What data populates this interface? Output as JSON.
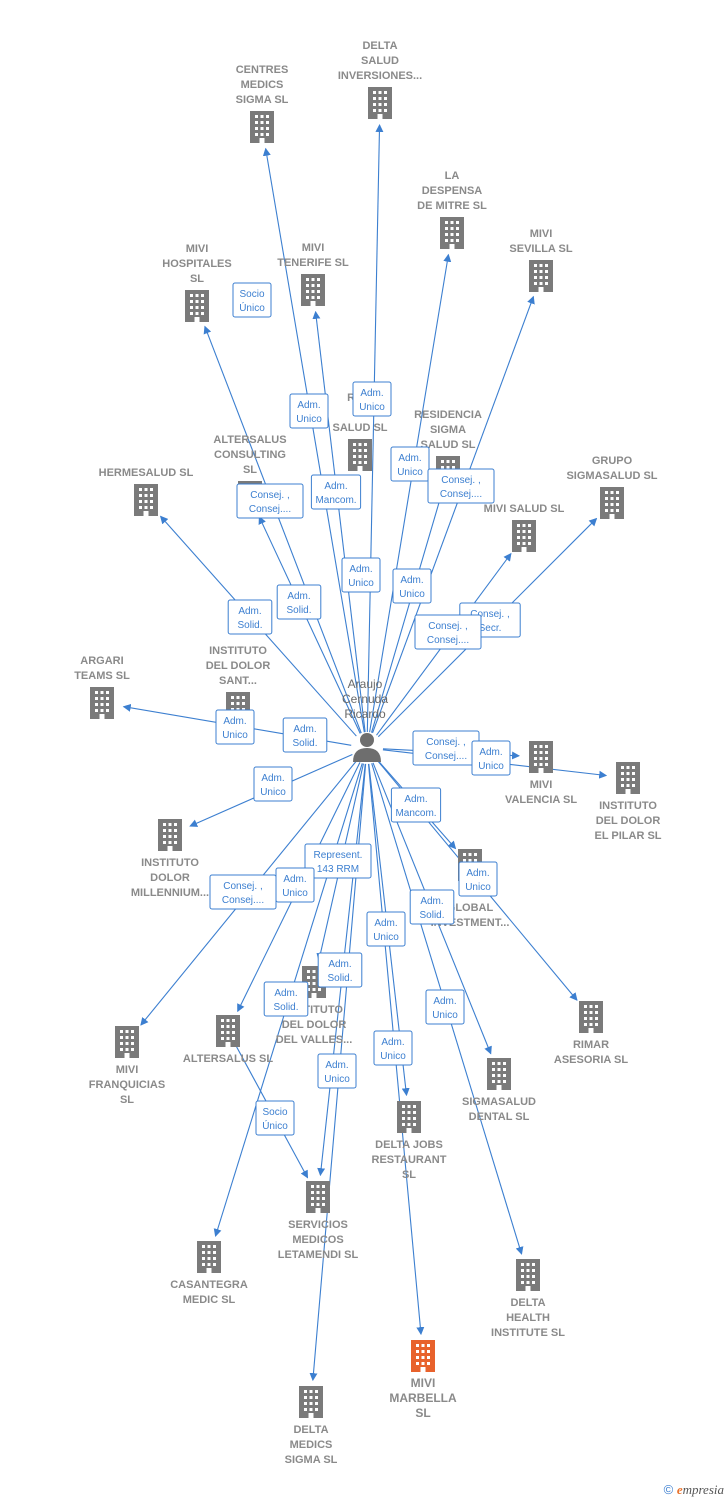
{
  "colors": {
    "accent": "#3c7fd0",
    "node": "#7a7a7a",
    "highlight": "#e8622c"
  },
  "person": {
    "lines": [
      "Araujo",
      "Cernuda",
      "Ricardo"
    ],
    "icon": "person-icon"
  },
  "companies": [
    {
      "id": "c1",
      "lines": [
        "CENTRES",
        "MEDICS",
        "SIGMA SL"
      ]
    },
    {
      "id": "c2",
      "lines": [
        "DELTA",
        "SALUD",
        "INVERSIONES..."
      ]
    },
    {
      "id": "c3",
      "lines": [
        "LA",
        "DESPENSA",
        "DE MITRE  SL"
      ]
    },
    {
      "id": "c4",
      "lines": [
        "MIVI",
        "SEVILLA  SL"
      ]
    },
    {
      "id": "c5",
      "lines": [
        "MIVI",
        "HOSPITALES",
        "SL"
      ]
    },
    {
      "id": "c6",
      "lines": [
        "MIVI",
        "TENERIFE  SL"
      ]
    },
    {
      "id": "c7",
      "lines": [
        "RESI",
        "ES",
        "SALUD SL"
      ]
    },
    {
      "id": "c8",
      "lines": [
        "RESIDENCIA",
        "SIGMA",
        "SALUD SL"
      ]
    },
    {
      "id": "c9",
      "lines": [
        "ALTERSALUS",
        "CONSULTING",
        "SL"
      ]
    },
    {
      "id": "c10",
      "lines": [
        "HERMESALUD SL"
      ]
    },
    {
      "id": "c11",
      "lines": [
        "GRUPO",
        "SIGMASALUD SL"
      ]
    },
    {
      "id": "c12",
      "lines": [
        "MIVI SALUD  SL"
      ]
    },
    {
      "id": "c13",
      "lines": [
        "ARGARI",
        "TEAMS  SL"
      ]
    },
    {
      "id": "c14",
      "lines": [
        "INSTITUTO",
        "DEL DOLOR",
        "SANT..."
      ]
    },
    {
      "id": "c15",
      "lines": [
        "MIVI",
        "VALENCIA  SL"
      ]
    },
    {
      "id": "c16",
      "lines": [
        "INSTITUTO",
        "DEL DOLOR",
        "EL PILAR  SL"
      ]
    },
    {
      "id": "c17",
      "lines": [
        "INSTITUTO",
        "DOLOR",
        "MILLENNIUM..."
      ]
    },
    {
      "id": "c18",
      "lines": [
        "MIVI",
        "GLOBAL",
        "INVESTMENT..."
      ]
    },
    {
      "id": "c19",
      "lines": [
        "INSTITUTO",
        "DEL DOLOR",
        "DEL VALLES..."
      ]
    },
    {
      "id": "c20",
      "lines": [
        "MIVI",
        "FRANQUICIAS",
        "SL"
      ]
    },
    {
      "id": "c21",
      "lines": [
        "ALTERSALUS SL"
      ]
    },
    {
      "id": "c22",
      "lines": [
        "RIMAR",
        "ASESORIA  SL"
      ]
    },
    {
      "id": "c23",
      "lines": [
        "SIGMASALUD",
        "DENTAL SL"
      ]
    },
    {
      "id": "c24",
      "lines": [
        "DELTA JOBS",
        "RESTAURANT",
        "SL"
      ]
    },
    {
      "id": "c25",
      "lines": [
        "SERVICIOS",
        "MEDICOS",
        "LETAMENDI SL"
      ]
    },
    {
      "id": "c26",
      "lines": [
        "CASANTEGRA",
        "MEDIC SL"
      ]
    },
    {
      "id": "c27",
      "lines": [
        "DELTA",
        "HEALTH",
        "INSTITUTE  SL"
      ]
    },
    {
      "id": "c28",
      "lines": [
        "MIVI",
        "MARBELLA",
        "SL"
      ],
      "highlight": true
    },
    {
      "id": "c29",
      "lines": [
        "DELTA",
        "MEDICS",
        "SIGMA  SL"
      ]
    }
  ],
  "roles": [
    {
      "id": "r1",
      "lines": [
        "Socio",
        "Único"
      ]
    },
    {
      "id": "r2",
      "lines": [
        "Adm.",
        "Unico"
      ]
    },
    {
      "id": "r3",
      "lines": [
        "Adm.",
        "Unico"
      ]
    },
    {
      "id": "r4",
      "lines": [
        "Adm.",
        "Unico"
      ]
    },
    {
      "id": "r5",
      "lines": [
        "Consej. ,",
        "Consej...."
      ]
    },
    {
      "id": "r6",
      "lines": [
        "Consej. ,",
        "Consej...."
      ]
    },
    {
      "id": "r7",
      "lines": [
        "Adm.",
        "Mancom."
      ]
    },
    {
      "id": "r8",
      "lines": [
        "Adm.",
        "Unico"
      ]
    },
    {
      "id": "r9",
      "lines": [
        "Adm.",
        "Unico"
      ]
    },
    {
      "id": "r10",
      "lines": [
        "Adm.",
        "Solid."
      ]
    },
    {
      "id": "r11",
      "lines": [
        "Adm.",
        "Solid."
      ]
    },
    {
      "id": "r12",
      "lines": [
        "Consej. ,",
        "Secr."
      ]
    },
    {
      "id": "r13",
      "lines": [
        "Consej. ,",
        "Consej...."
      ]
    },
    {
      "id": "r14",
      "lines": [
        "Adm.",
        "Unico"
      ]
    },
    {
      "id": "r15",
      "lines": [
        "Adm.",
        "Solid."
      ]
    },
    {
      "id": "r16",
      "lines": [
        "Consej. ,",
        "Consej...."
      ]
    },
    {
      "id": "r17",
      "lines": [
        "Adm.",
        "Unico"
      ]
    },
    {
      "id": "r18",
      "lines": [
        "Adm.",
        "Unico"
      ]
    },
    {
      "id": "r19",
      "lines": [
        "Adm.",
        "Mancom."
      ]
    },
    {
      "id": "r20",
      "lines": [
        "Represent.",
        "143 RRM"
      ]
    },
    {
      "id": "r21",
      "lines": [
        "Consej. ,",
        "Consej...."
      ]
    },
    {
      "id": "r22",
      "lines": [
        "Adm.",
        "Unico"
      ]
    },
    {
      "id": "r23",
      "lines": [
        "Adm.",
        "Unico"
      ]
    },
    {
      "id": "r24",
      "lines": [
        "Adm.",
        "Solid."
      ]
    },
    {
      "id": "r25",
      "lines": [
        "Adm.",
        "Unico"
      ]
    },
    {
      "id": "r26",
      "lines": [
        "Adm.",
        "Solid."
      ]
    },
    {
      "id": "r27",
      "lines": [
        "Adm.",
        "Solid."
      ]
    },
    {
      "id": "r28",
      "lines": [
        "Adm.",
        "Unico"
      ]
    },
    {
      "id": "r29",
      "lines": [
        "Adm.",
        "Unico"
      ]
    },
    {
      "id": "r30",
      "lines": [
        "Adm.",
        "Unico"
      ]
    },
    {
      "id": "r31",
      "lines": [
        "Socio",
        "Único"
      ]
    }
  ],
  "edges": [
    {
      "from": "person",
      "to": "c1"
    },
    {
      "from": "person",
      "to": "c2"
    },
    {
      "from": "person",
      "to": "c3"
    },
    {
      "from": "person",
      "to": "c4"
    },
    {
      "from": "person",
      "to": "c5"
    },
    {
      "from": "person",
      "to": "c6"
    },
    {
      "from": "person",
      "to": "c8"
    },
    {
      "from": "person",
      "to": "c9"
    },
    {
      "from": "person",
      "to": "c10"
    },
    {
      "from": "person",
      "to": "c11"
    },
    {
      "from": "person",
      "to": "c12"
    },
    {
      "from": "person",
      "to": "c13"
    },
    {
      "from": "person",
      "to": "c15"
    },
    {
      "from": "person",
      "to": "c16"
    },
    {
      "from": "person",
      "to": "c17"
    },
    {
      "from": "person",
      "to": "c18"
    },
    {
      "from": "person",
      "to": "c19"
    },
    {
      "from": "person",
      "to": "c20"
    },
    {
      "from": "person",
      "to": "c21"
    },
    {
      "from": "person",
      "to": "c22"
    },
    {
      "from": "person",
      "to": "c23"
    },
    {
      "from": "person",
      "to": "c24"
    },
    {
      "from": "person",
      "to": "c25"
    },
    {
      "from": "person",
      "to": "c26"
    },
    {
      "from": "person",
      "to": "c27"
    },
    {
      "from": "person",
      "to": "c28"
    },
    {
      "from": "person",
      "to": "c29"
    },
    {
      "from": "c21",
      "to": "c25"
    }
  ],
  "footer": {
    "copyright": "©",
    "brand_initial": "e",
    "brand_rest": "mpresia"
  }
}
